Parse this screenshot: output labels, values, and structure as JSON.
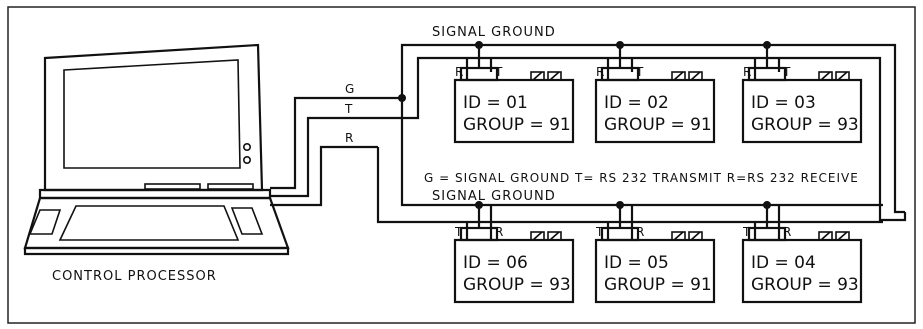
{
  "labels": {
    "signal_ground_top": "SIGNAL GROUND",
    "signal_ground_bottom": "SIGNAL GROUND",
    "legend": "G = SIGNAL GROUND  T= RS 232 TRANSMIT  R=RS 232 RECEIVE",
    "control_processor": "CONTROL PROCESSOR",
    "line_g": "G",
    "line_t": "T",
    "line_r": "R"
  },
  "devices": [
    {
      "id": "ID = 01",
      "group": "GROUP = 91",
      "left_pin": "R",
      "right_pin": "T"
    },
    {
      "id": "ID = 02",
      "group": "GROUP = 91",
      "left_pin": "R",
      "right_pin": "T"
    },
    {
      "id": "ID = 03",
      "group": "GROUP = 93",
      "left_pin": "R",
      "right_pin": "T"
    },
    {
      "id": "ID = 06",
      "group": "GROUP = 93",
      "left_pin": "T",
      "right_pin": "R"
    },
    {
      "id": "ID = 05",
      "group": "GROUP = 91",
      "left_pin": "T",
      "right_pin": "R"
    },
    {
      "id": "ID = 04",
      "group": "GROUP = 93",
      "left_pin": "T",
      "right_pin": "R"
    }
  ]
}
